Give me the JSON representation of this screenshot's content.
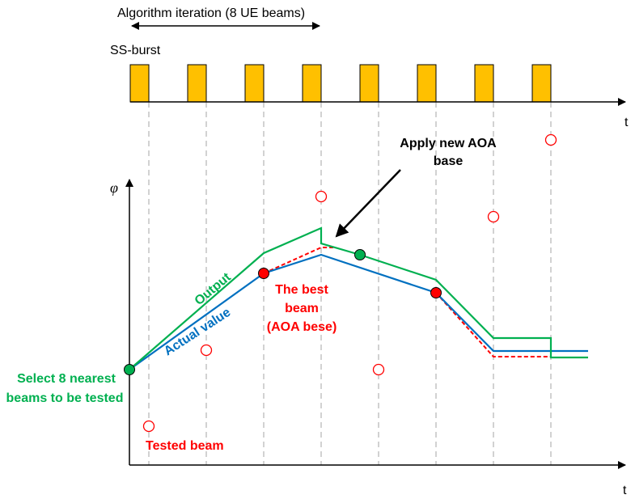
{
  "top": {
    "iteration_label": "Algorithm iteration (8 UE beams)",
    "ssburst_label": "SS-burst",
    "t_label": "t"
  },
  "main": {
    "phi_label": "φ",
    "t_label": "t",
    "apply_label_line1": "Apply new AOA",
    "apply_label_line2": "base",
    "output_label": "Output",
    "actual_label": "Actual value",
    "best_line1": "The best",
    "best_line2": "beam",
    "best_line3": "(AOA bese)",
    "select_line1": "Select 8 nearest",
    "select_line2": "beams to be tested",
    "tested_label": "Tested beam"
  },
  "colors": {
    "burst_fill": "#FFC000",
    "output": "#00B050",
    "actual": "#0070C0",
    "red": "#FF0000",
    "green_dot": "#00B050",
    "grid": "#A6A6A6",
    "axis": "#000000"
  }
}
